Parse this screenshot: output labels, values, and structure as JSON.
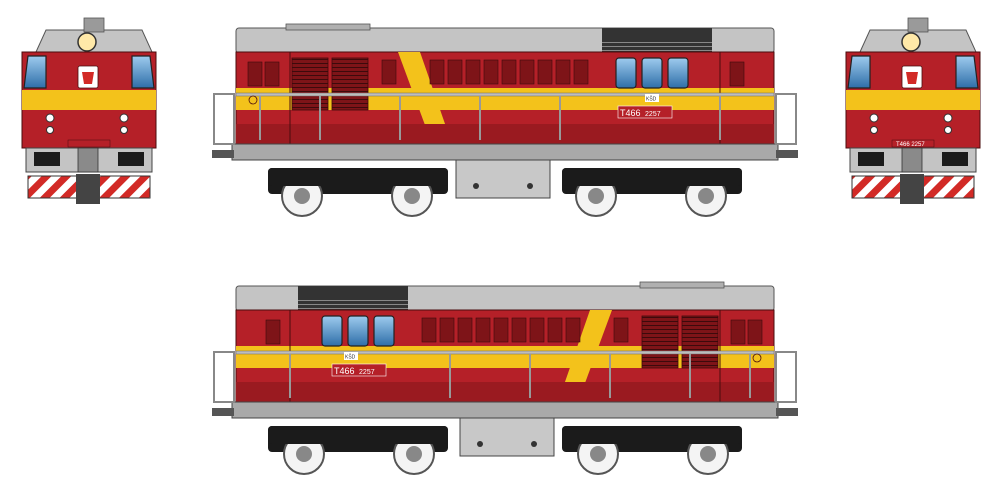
{
  "locomotive": {
    "number_main": "T466",
    "number_suffix": "2257",
    "plate_full": "T466 2257",
    "small_plate": "KŠD",
    "front_plate": "T466 2257"
  },
  "colors": {
    "red": "#b52028",
    "dark_red": "#7e1418",
    "yellow": "#f3c21b",
    "grey": "#b9b9b9",
    "light_grey": "#d6d6d6",
    "black": "#1b1b1b",
    "window": "#2e6ea8",
    "hazard_red": "#d22a26"
  }
}
